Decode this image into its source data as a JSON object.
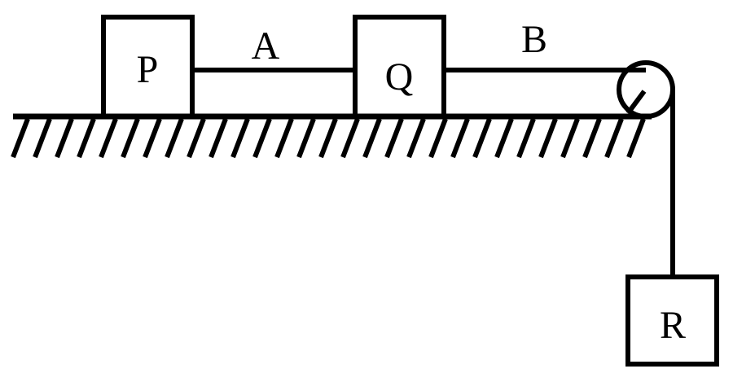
{
  "blocks": {
    "p": "P",
    "q": "Q",
    "r": "R"
  },
  "strings": {
    "a": "A",
    "b": "B"
  },
  "colors": {
    "ink": "#000000",
    "background": "#ffffff"
  }
}
